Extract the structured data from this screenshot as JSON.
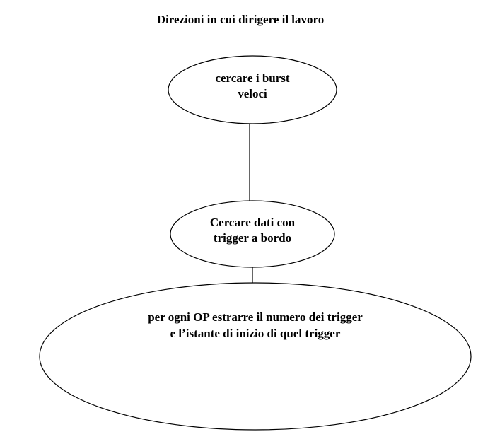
{
  "title": "Direzioni in cui dirigere il lavoro",
  "nodes": [
    {
      "id": "node-1",
      "lines": [
        "cercare i burst",
        "veloci"
      ]
    },
    {
      "id": "node-2",
      "lines": [
        "Cercare dati con",
        "trigger a bordo"
      ]
    },
    {
      "id": "node-3",
      "lines": [
        "per ogni OP estrarre il numero dei trigger",
        "e l’istante di inizio di quel trigger"
      ]
    }
  ],
  "colors": {
    "stroke": "#000000",
    "fill": "#ffffff",
    "text": "#000000"
  }
}
